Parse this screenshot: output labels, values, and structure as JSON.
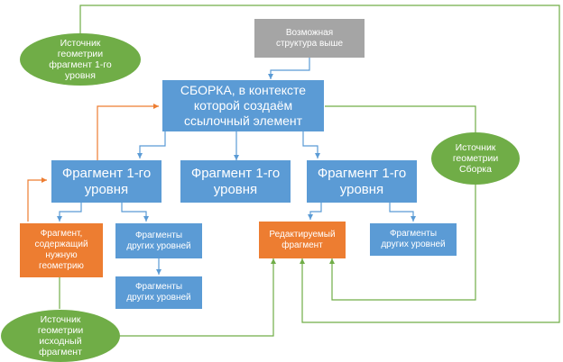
{
  "nodes": {
    "structure_above": "Возможная\nструктура выше",
    "assembly": "СБОРКА, в контексте\nкоторой создаём\nссылочный элемент",
    "fragment_left": "Фрагмент 1-го\nуровня",
    "fragment_center": "Фрагмент 1-го\nуровня",
    "fragment_right": "Фрагмент 1-го\nуровня",
    "fragment_needed_geometry": "Фрагмент,\nсодержащий\nнужную\nгеометрию",
    "fragments_other_1": "Фрагменты\nдругих уровней",
    "fragments_other_2": "Фрагменты\nдругих уровней",
    "fragments_other_3": "Фрагменты\nдругих уровней",
    "editable_fragment": "Редактируемый\nфрагмент"
  },
  "sources": {
    "source_level1": "Источник\nгеометрии\nфрагмент 1-го\nуровня",
    "source_assembly": "Источник\nгеометрии\nСборка",
    "source_original": "Источник\nгеометрии\nисходный\nфрагмент"
  },
  "colors": {
    "blue": "#5b9bd5",
    "orange": "#ed7d31",
    "gray": "#a5a5a5",
    "green": "#70ad47"
  }
}
